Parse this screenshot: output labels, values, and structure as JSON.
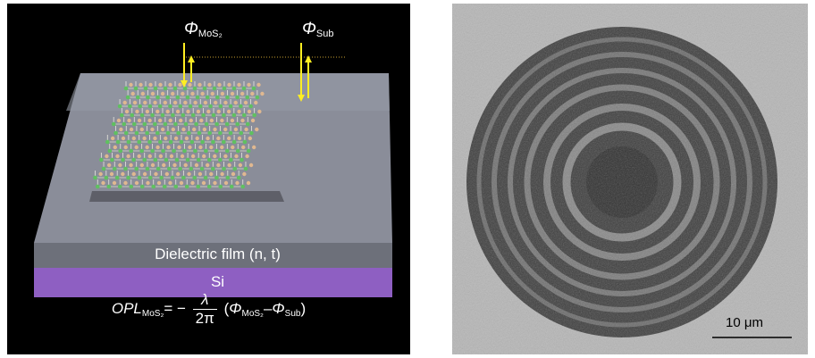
{
  "left_panel": {
    "phi_mos2": {
      "symbol": "Φ",
      "sub": "MoS₂"
    },
    "phi_sub": {
      "symbol": "Φ",
      "sub": "Sub"
    },
    "film_label": "Dielectric film (n, t)",
    "si_label": "Si",
    "formula": {
      "lhs": "OPL",
      "lhs_sub": "MoS₂",
      "equals": "= −",
      "frac_num": "λ",
      "frac_den": "2π",
      "open": "(",
      "phi1": "Φ",
      "phi1_sub": "MoS₂",
      "minus": "–",
      "phi2": "Φ",
      "phi2_sub": "Sub",
      "close": ")"
    },
    "colors": {
      "slab_top": "#8a8d99",
      "slab_side": "#6d707a",
      "si": "#8e5fc2",
      "arrow": "#ffee22"
    }
  },
  "right_panel": {
    "scale_bar_label": "10 μm",
    "colors": {
      "background": "#b6b6b6",
      "disc": "#3c3c3c"
    }
  }
}
